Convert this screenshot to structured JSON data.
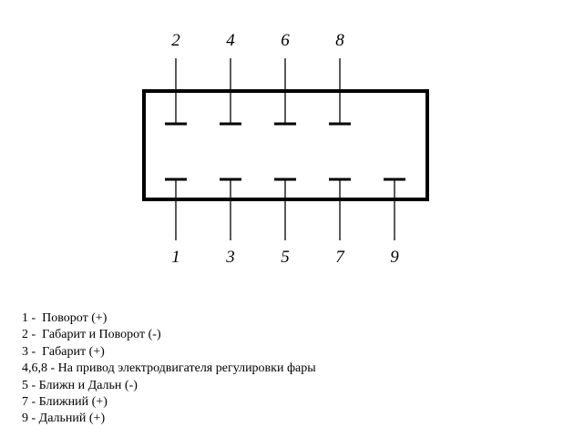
{
  "diagram": {
    "top_pins": [
      "2",
      "4",
      "6",
      "8"
    ],
    "bottom_pins": [
      "1",
      "3",
      "5",
      "7",
      "9"
    ]
  },
  "legend": [
    "1 -  Поворот (+)",
    "2 -  Габарит и Поворот (-)",
    "3 -  Габарит (+)",
    "4,6,8 - На привод электродвигателя регулировки фары",
    "5 - Ближн и Дальн (-)",
    "7 - Ближний (+)",
    "9 - Дальний (+)"
  ]
}
